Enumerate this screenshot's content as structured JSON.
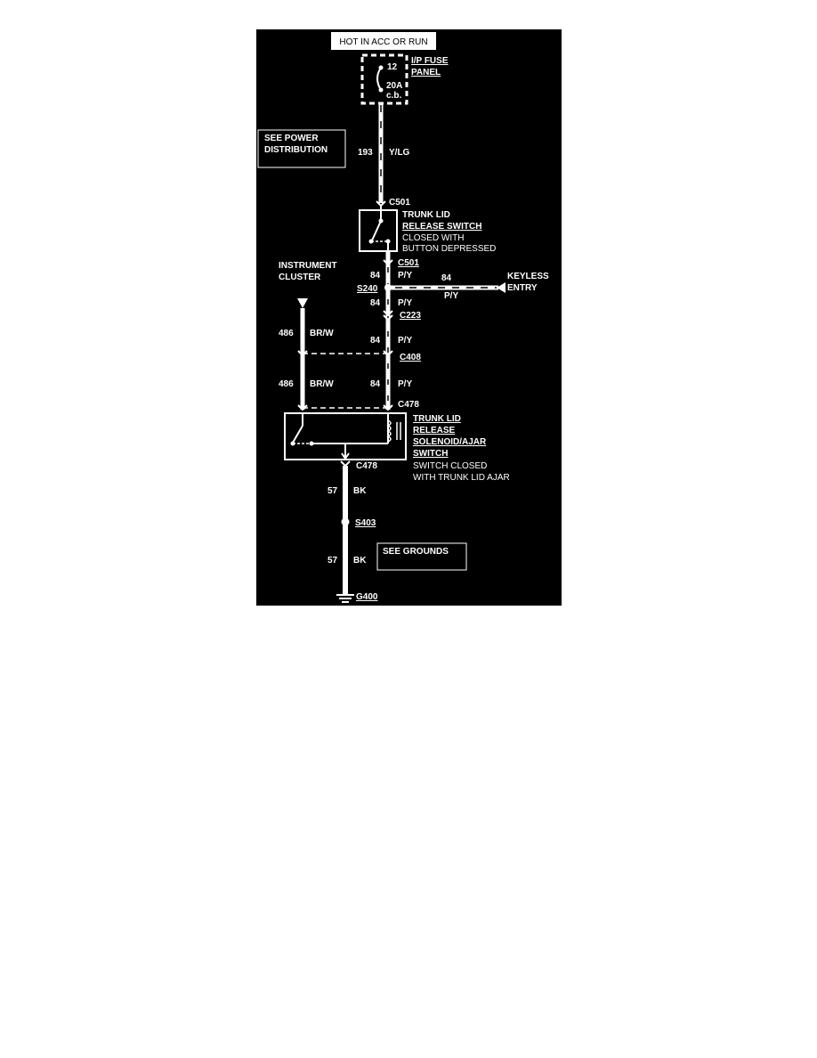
{
  "top_label": "HOT IN ACC OR RUN",
  "fuse": {
    "title_1": "I/P FUSE",
    "title_2": "PANEL",
    "number": "12",
    "rating": "20A",
    "type": "c.b."
  },
  "power_note_1": "SEE POWER",
  "power_note_2": "DISTRIBUTION",
  "wire_193": {
    "circuit": "193",
    "color": "Y/LG"
  },
  "c501_top": "C501",
  "release_switch": {
    "line1": "TRUNK LID",
    "line2": "RELEASE SWITCH",
    "line3": "CLOSED WITH",
    "line4": "BUTTON DEPRESSED"
  },
  "c501_bottom": "C501",
  "wire_84_a": {
    "circuit": "84",
    "color": "P/Y"
  },
  "instrument_cluster_1": "INSTRUMENT",
  "instrument_cluster_2": "CLUSTER",
  "s240": "S240",
  "keyless_wire": {
    "circuit": "84",
    "color": "P/Y"
  },
  "keyless_1": "KEYLESS",
  "keyless_2": "ENTRY",
  "wire_84_b": {
    "circuit": "84",
    "color": "P/Y"
  },
  "c223": "C223",
  "wire_486_a": {
    "circuit": "486",
    "color": "BR/W"
  },
  "wire_84_c": {
    "circuit": "84",
    "color": "P/Y"
  },
  "c408": "C408",
  "wire_486_b": {
    "circuit": "486",
    "color": "BR/W"
  },
  "wire_84_d": {
    "circuit": "84",
    "color": "P/Y"
  },
  "c478_top": "C478",
  "solenoid": {
    "line1": "TRUNK LID",
    "line2": "RELEASE",
    "line3": "SOLENOID/AJAR",
    "line4": "SWITCH",
    "line5": "SWITCH CLOSED",
    "line6": "WITH TRUNK LID AJAR"
  },
  "c478_bottom": "C478",
  "wire_57_a": {
    "circuit": "57",
    "color": "BK"
  },
  "s403": "S403",
  "grounds_note": "SEE GROUNDS",
  "wire_57_b": {
    "circuit": "57",
    "color": "BK"
  },
  "g400": "G400",
  "colors": {
    "background": "#000000",
    "ink": "#ffffff"
  }
}
